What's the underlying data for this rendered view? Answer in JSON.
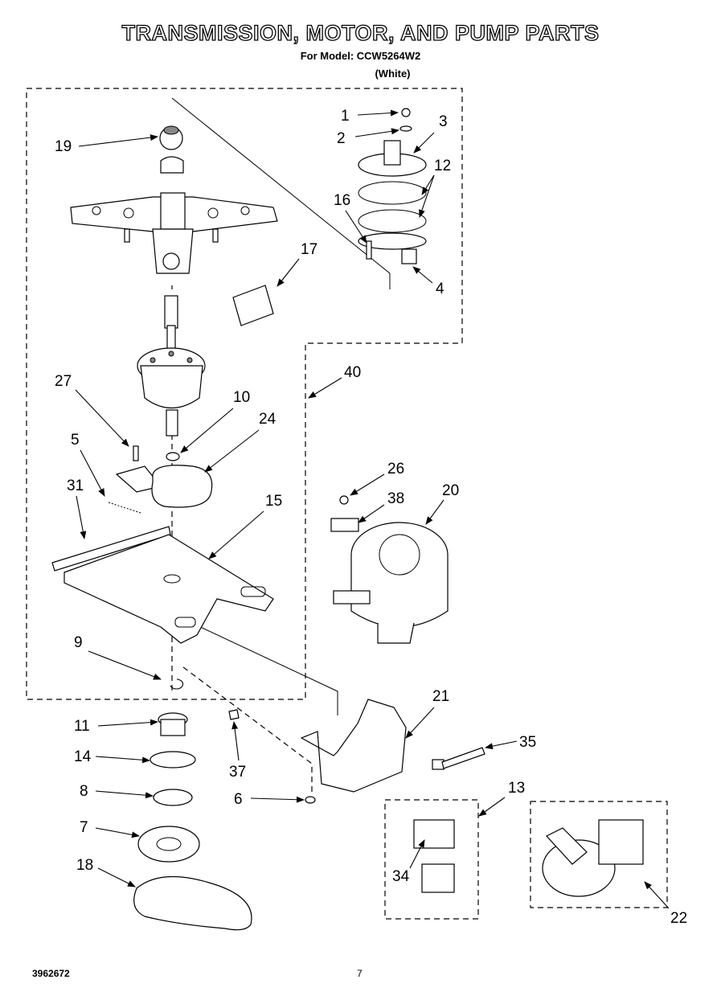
{
  "header": {
    "title": "TRANSMISSION, MOTOR, AND PUMP PARTS",
    "model_line": "For Model: CCW5264W2",
    "color_line": "(White)"
  },
  "footer": {
    "doc_number": "3962672",
    "page_number": "7"
  },
  "callouts": [
    "1",
    "2",
    "3",
    "12",
    "16",
    "19",
    "17",
    "4",
    "27",
    "10",
    "24",
    "5",
    "40",
    "31",
    "15",
    "26",
    "38",
    "20",
    "9",
    "21",
    "11",
    "37",
    "35",
    "14",
    "13",
    "8",
    "6",
    "7",
    "34",
    "18",
    "22"
  ]
}
